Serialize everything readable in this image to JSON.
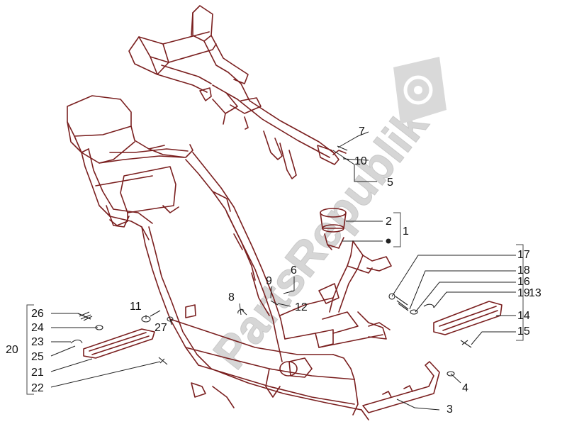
{
  "watermark": {
    "text": "PartsRepublik",
    "color": "#d4d4d4"
  },
  "colors": {
    "frame": "#7a1f1f",
    "leader": "#222222",
    "bracket": "#444444",
    "watermark": "#d4d4d4"
  },
  "callouts": [
    {
      "id": "c1",
      "text": "1"
    },
    {
      "id": "c2",
      "text": "2"
    },
    {
      "id": "c3",
      "text": "3"
    },
    {
      "id": "c4",
      "text": "4"
    },
    {
      "id": "c5",
      "text": "5"
    },
    {
      "id": "c6",
      "text": "6"
    },
    {
      "id": "c7",
      "text": "7"
    },
    {
      "id": "c8",
      "text": "8"
    },
    {
      "id": "c9",
      "text": "9"
    },
    {
      "id": "c10",
      "text": "10"
    },
    {
      "id": "c11",
      "text": "11"
    },
    {
      "id": "c12",
      "text": "12"
    },
    {
      "id": "c13",
      "text": "13"
    },
    {
      "id": "c14",
      "text": "14"
    },
    {
      "id": "c15",
      "text": "15"
    },
    {
      "id": "c16",
      "text": "16"
    },
    {
      "id": "c17",
      "text": "17"
    },
    {
      "id": "c18",
      "text": "18"
    },
    {
      "id": "c19",
      "text": "19"
    },
    {
      "id": "c20",
      "text": "20"
    },
    {
      "id": "c21",
      "text": "21"
    },
    {
      "id": "c22",
      "text": "22"
    },
    {
      "id": "c23",
      "text": "23"
    },
    {
      "id": "c24",
      "text": "24"
    },
    {
      "id": "c25",
      "text": "25"
    },
    {
      "id": "c26",
      "text": "26"
    },
    {
      "id": "c27",
      "text": "27"
    }
  ]
}
